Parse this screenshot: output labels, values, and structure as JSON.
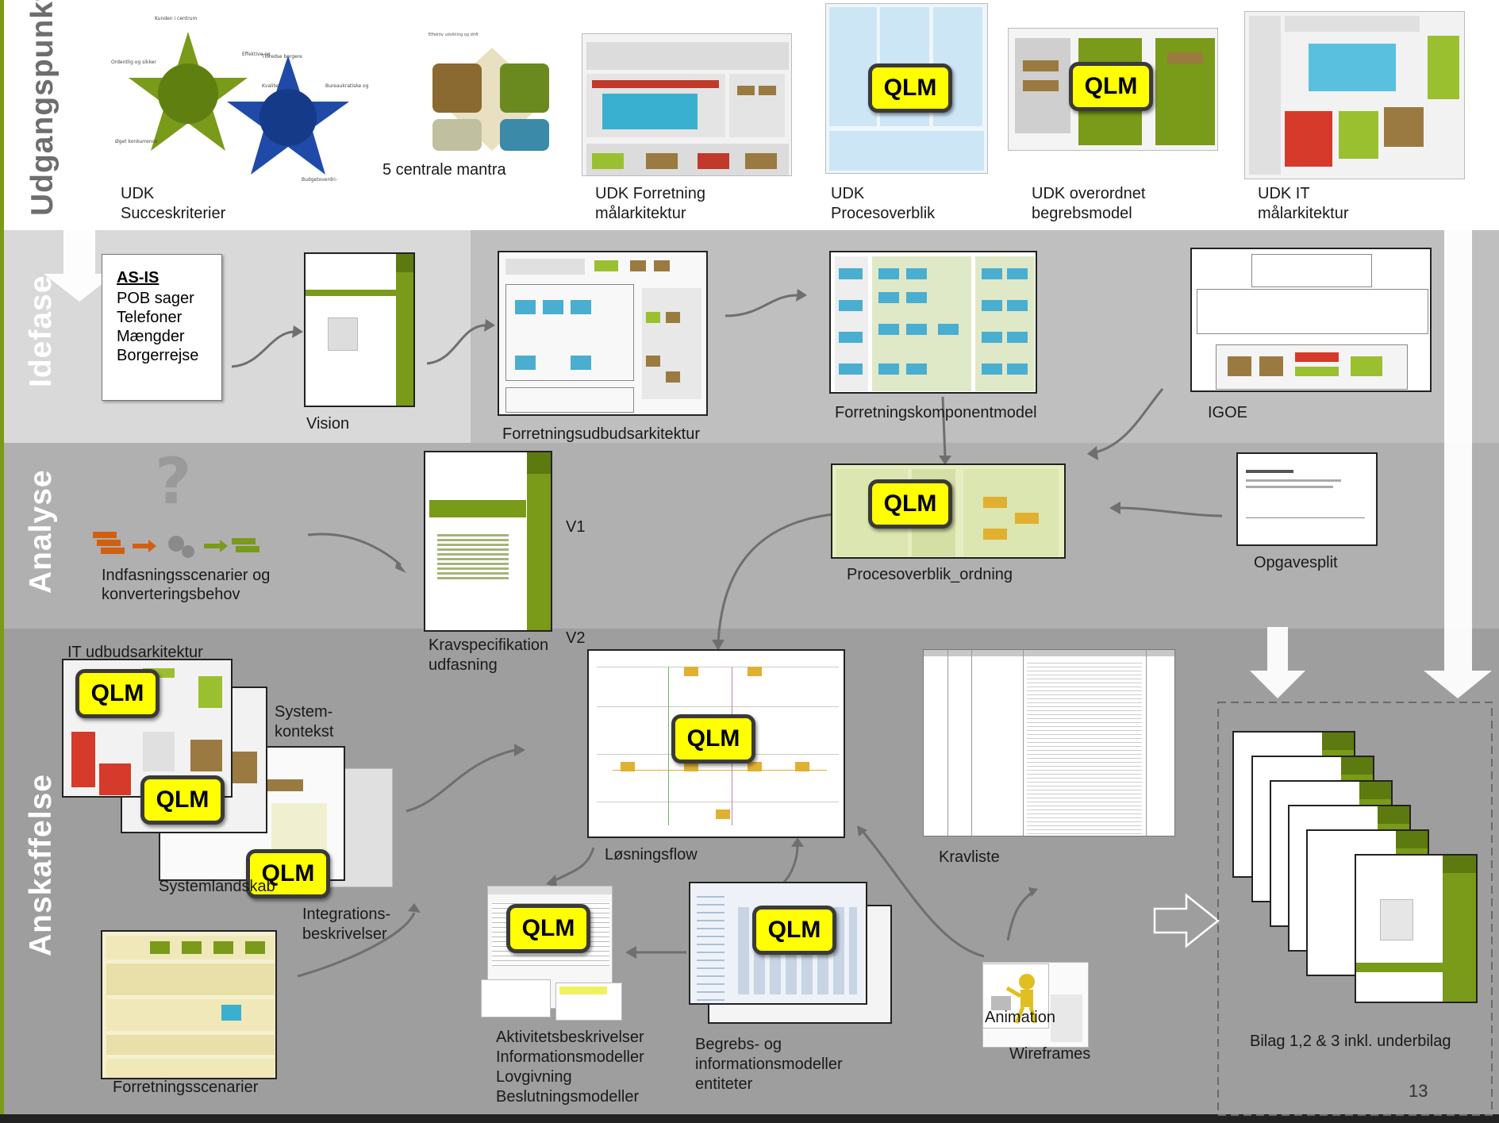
{
  "phases": {
    "udgangspunkt": "Udgangspunkt",
    "idefase": "Idefase",
    "analyse": "Analyse",
    "anskaffelse": "Anskaffelse"
  },
  "qlm_label": "QLM",
  "udgangspunkt": {
    "succes": {
      "caption": [
        "UDK",
        "Succeskriterier"
      ]
    },
    "mantra": {
      "caption": "5 centrale mantra"
    },
    "forretning": {
      "caption": [
        "UDK Forretning",
        "målarkitektur"
      ]
    },
    "proces": {
      "caption": [
        "UDK",
        "Procesoverblik"
      ]
    },
    "begreb": {
      "caption": [
        "UDK  overordnet",
        "begrebsmodel"
      ]
    },
    "it": {
      "caption": [
        "UDK IT",
        "målarkitektur"
      ]
    }
  },
  "idefase": {
    "asis": {
      "title": "AS-IS",
      "lines": [
        "POB sager",
        "Telefoner",
        "Mængder",
        "Borgerrejse"
      ]
    },
    "vision": {
      "caption": "Vision"
    },
    "forretningsudbud": {
      "caption": "Forretningsudbudsarkitektur"
    },
    "komponent": {
      "caption": "Forretningskomponentmodel"
    },
    "igoe": {
      "caption": "IGOE"
    }
  },
  "analyse": {
    "indfasning": {
      "caption": [
        "Indfasningsscenarier og",
        "konverteringsbehov"
      ]
    },
    "v1": "V1",
    "procesordning": {
      "caption": "Procesoverblik_ordning"
    },
    "opgavesplit": {
      "caption": "Opgavesplit"
    }
  },
  "anskaffelse": {
    "v2": "V2",
    "kravspec": {
      "caption": [
        "Kravspecifikation",
        "udfasning"
      ]
    },
    "it_udbud": {
      "caption": "IT udbudsarkitektur"
    },
    "systemkontekst": {
      "caption": [
        "System-",
        "kontekst"
      ]
    },
    "systemlandskab": {
      "caption": "Systemlandskab"
    },
    "integrationer": {
      "caption": [
        "Integrations-",
        "beskrivelser"
      ]
    },
    "forretningsscenarier": {
      "caption": "Forretningsscenarier"
    },
    "loesningsflow": {
      "caption": "Løsningsflow"
    },
    "kravliste": {
      "caption": "Kravliste"
    },
    "aktivitet": {
      "caption": [
        "Aktivitetsbeskrivelser",
        "Informationsmodeller",
        "Lovgivning",
        "Beslutningsmodeller"
      ]
    },
    "begreb": {
      "caption": [
        "Begrebs- og",
        "informationsmodeller",
        "entiteter"
      ]
    },
    "animation": {
      "caption": "Animation"
    },
    "wireframes": {
      "caption": "Wireframes"
    },
    "bilag": {
      "caption": "Bilag 1,2 & 3  inkl. underbilag"
    }
  },
  "page_number": "13"
}
